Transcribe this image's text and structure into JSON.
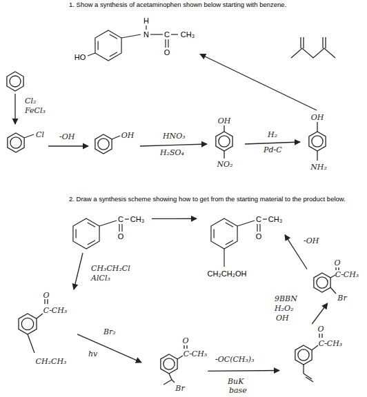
{
  "diagram": {
    "nodes": [
      {
        "text": [
          "HO",
          "H",
          "N",
          "C",
          "CH₃",
          "O"
        ]
      },
      {
        "text": [
          "Cl"
        ]
      },
      {
        "text": [
          "OH"
        ]
      },
      {
        "text": [
          "OH",
          "NO₂"
        ]
      },
      {
        "text": [
          "OH",
          "NH₂"
        ]
      },
      {
        "text": [
          "C",
          "CH₃",
          "O"
        ]
      },
      {
        "text": [
          "C",
          "CH₃",
          "O",
          "CH₂CH₂OH"
        ]
      },
      {
        "text": [
          "O",
          "C-CH₃",
          "CH₂CH₃"
        ]
      },
      {
        "text": [
          "O",
          "C-CH₃",
          "Br"
        ]
      },
      {
        "text": [
          "O",
          "C-CH₃"
        ]
      },
      {
        "text": [
          "O",
          "C-CH₃",
          "Br"
        ]
      }
    ],
    "edges": [
      {
        "from": 1,
        "to": 2,
        "arrow": "to"
      },
      {
        "from": 2,
        "to": 3,
        "arrow": "to"
      },
      {
        "from": 3,
        "to": 4,
        "arrow": "to"
      },
      {
        "from": 4,
        "to": 0,
        "arrow": "to"
      },
      {
        "from": 5,
        "to": 6,
        "arrow": "to"
      },
      {
        "from": 5,
        "to": 7,
        "arrow": "to"
      },
      {
        "from": 7,
        "to": 8,
        "arrow": "to"
      },
      {
        "from": 8,
        "to": 9,
        "arrow": "to"
      },
      {
        "from": 9,
        "to": 10,
        "arrow": "to"
      },
      {
        "from": 10,
        "to": 6,
        "arrow": "to"
      }
    ],
    "labels": [
      "1. Show a synthesis of acetaminophen shown below starting with benzene.",
      "2. Draw a synthesis scheme showing how to get from the starting material to the product below.",
      "Cl₂",
      "FeCl₃",
      "-OH",
      "HNO₃",
      "H₂SO₄",
      "H₂",
      "Pd-C",
      "CH₃CH₂Cl",
      "AlCl₃",
      "Br₂",
      "hv",
      "-OC(CH₃)₃",
      "BuK",
      "base",
      "9BBN",
      "H₂O₂",
      "OH",
      "-OH"
    ]
  }
}
